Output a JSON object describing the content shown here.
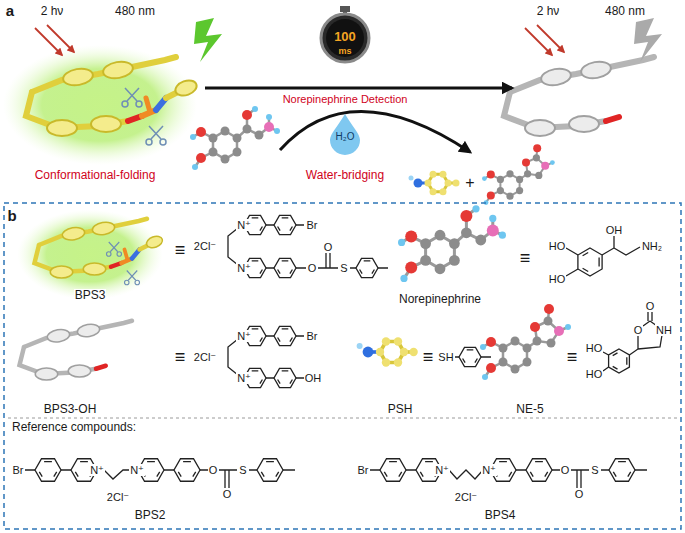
{
  "diagram": {
    "labels": [
      "a",
      "2 hν",
      "480 nm",
      "100",
      "ms",
      "Norepinephrine Detection",
      "H₂O",
      "Water-bridging",
      "Conformational-folding",
      "2 hν",
      "480 nm",
      "+",
      "b",
      "BPS3",
      "≡",
      "2Cl⁻",
      "N⁺",
      "Br",
      "N⁺",
      "O",
      "O",
      "S",
      "Norepinephrine",
      "≡",
      "OH",
      "NH₂",
      "HO",
      "HO",
      "BPS3-OH",
      "≡",
      "2Cl⁻",
      "N⁺",
      "Br",
      "N⁺",
      "OH",
      "PSH",
      "≡",
      "SH",
      "NE-5",
      "≡",
      "HO",
      "HO",
      "O",
      "NH",
      "O",
      "Reference compounds:",
      "Br",
      "N⁺",
      "N⁺",
      "2Cl⁻",
      "O",
      "O",
      "S",
      "BPS2",
      "Br",
      "N⁺",
      "N⁺",
      "2Cl⁻",
      "O",
      "O",
      "S",
      "BPS4"
    ]
  }
}
